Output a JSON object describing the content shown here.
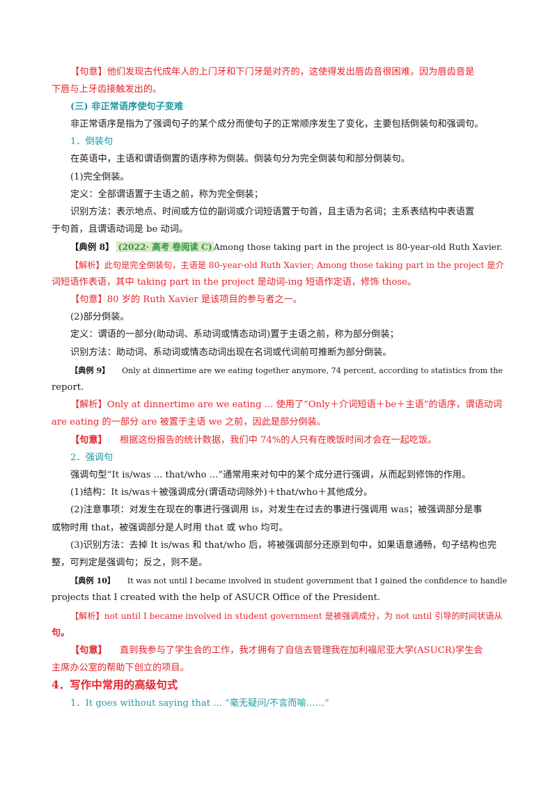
{
  "lines": {
    "l01": "【句意】他们发现古代成年人的上门牙和下门牙是对齐的，这使得发出唇齿音很困难，因为唇齿音是",
    "l02": "下唇与上牙齿接触发出的。",
    "l03": "(三) 非正常语序使句子变难",
    "l04": "非正常语序是指为了强调句子的某个成分而使句子的正常顺序发生了变化，主要包括倒装句和强调句。",
    "l05": "1．倒装句",
    "l06": "在英语中，主语和谓语倒置的语序称为倒装。倒装句分为完全倒装句和部分倒装句。",
    "l07": "(1)完全倒装。",
    "l08": "定义：全部谓语置于主语之前，称为完全倒装；",
    "l09": "识别方法：表示地点、时间或方位的副词或介词短语置于句首，且主语为名词；主系表结构中表语置",
    "l10": "于句首，且谓语动词是 be 动词。",
    "l11a": "【典例 8】",
    "l11b": "(2022· 高考 卷阅读 C)",
    "l11c": "Among those taking part in the project is 80-year-old Ruth Xavier.",
    "l12": "【解析】此句是完全倒装句，主语是 80-year-old Ruth Xavier; Among those taking part in the project 是介",
    "l13": "词短语作表语，其中 taking part in the project 是动词-ing 短语作定语，修饰 those。",
    "l14": "【句意】80 岁的 Ruth Xavier 是该项目的参与者之一。",
    "l15": "(2)部分倒装。",
    "l16": "定义：谓语的一部分(助动词、系动词或情态动词)置于主语之前，称为部分倒装；",
    "l17": "识别方法：助动词、系动词或情态动词出现在名词或代词前可推断为部分倒装。",
    "l18a": "【典例 9】",
    "l18b": "Only at dinnertime are we eating together anymore, 74 percent, according to statistics from the",
    "l19": "report.",
    "l20": "【解析】Only at dinnertime are we eating ... 使用了“Only＋介词短语＋be＋主语”的语序，谓语动词",
    "l21": "are eating 的一部分 are 被置于主语 we 之前，因此是部分倒装。",
    "l22a": "【句意】",
    "l22b": "根据这份报告的统计数据，我们中 74%的人只有在晚饭时间才会在一起吃饭。",
    "l23": "2．强调句",
    "l24": "强调句型“It is/was ... that/who ...”通常用来对句中的某个成分进行强调，从而起到修饰的作用。",
    "l25": "(1)结构：It is/was＋被强调成分(谓语动词除外)＋that/who＋其他成分。",
    "l26": "(2)注意事项：对发生在现在的事进行强调用 is，对发生在过去的事进行强调用 was；被强调部分是事",
    "l27": "或物时用 that，被强调部分是人时用 that 或 who 均可。",
    "l28": "(3)识别方法：去掉 It is/was 和 that/who 后，将被强调部分还原到句中，如果语意通畅，句子结构也完",
    "l29": "整，可判定是强调句；反之，则不是。",
    "l30a": "【典例 10】",
    "l30b": "It was not until I became involved in student government that I gained the confidence to handle",
    "l31": "projects that I created with the help of ASUCR Office of the President.",
    "l32": "【解析】not until I became involved in student government 是被强调成分，为 not until 引导的时间状语从",
    "l33": "句。",
    "l34a": "【句意】",
    "l34b": "直到我参与了学生会的工作，我才拥有了自信去管理我在加利福尼亚大学(ASUCR)学生会",
    "l35": "主席办公室的帮助下创立的项目。",
    "l36": "4．写作中常用的高级句式",
    "l37": "1．It goes without saying that ... “毫无疑问/不言而喻……”"
  }
}
